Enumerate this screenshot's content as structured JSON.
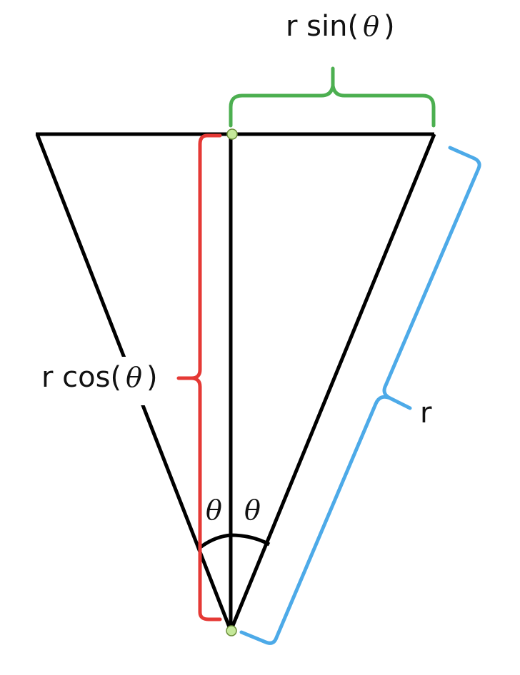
{
  "labels": {
    "r_sin_prefix": "r sin(",
    "r_sin_suffix": ")",
    "r_cos_prefix": "r cos(",
    "r_cos_suffix": ")",
    "r": "r",
    "theta_left": "θ",
    "theta_right": "θ",
    "theta_top": "θ",
    "theta_mid": "θ"
  },
  "colors": {
    "triangle": "#000000",
    "sin_brace": "#4caf50",
    "cos_brace": "#e53935",
    "r_brace": "#4daae8",
    "point_fill": "#c5e89a",
    "point_stroke": "#6b8e3a"
  }
}
